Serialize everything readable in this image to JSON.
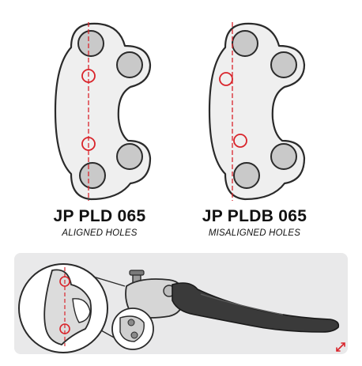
{
  "parts": [
    {
      "title": "JP PLD 065",
      "subtitle": "ALIGNED HOLES"
    },
    {
      "title": "JP PLDB 065",
      "subtitle": "MISALIGNED HOLES"
    }
  ],
  "colors": {
    "accent_red": "#d9242b",
    "plate_fill": "#efefef",
    "hole_fill": "#c9c9c9",
    "outline": "#2a2a2a",
    "panel_bg": "#e9e9ea"
  },
  "icons": [
    "expand-arrows-icon"
  ]
}
